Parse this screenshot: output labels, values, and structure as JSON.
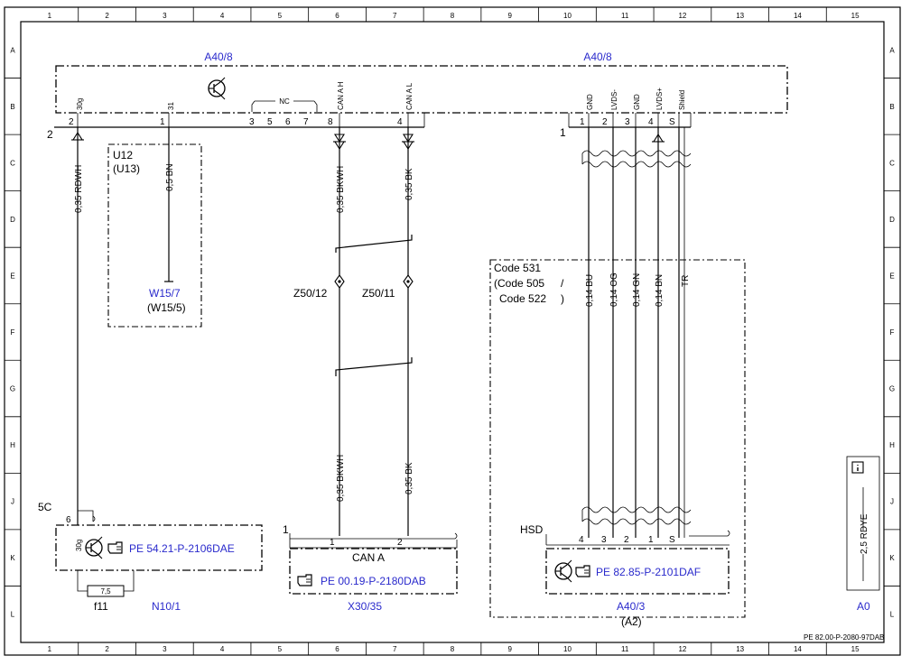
{
  "grid": {
    "columns": [
      "1",
      "2",
      "3",
      "4",
      "5",
      "6",
      "7",
      "8",
      "9",
      "10",
      "11",
      "12",
      "13",
      "14",
      "15"
    ],
    "rows": [
      "A",
      "B",
      "C",
      "D",
      "E",
      "F",
      "G",
      "H",
      "J",
      "K",
      "L"
    ]
  },
  "modules": {
    "a40_8_left": "A40/8",
    "a40_8_right": "A40/8",
    "connector_left": "2",
    "connector_right": "1"
  },
  "pins": {
    "p2": "2",
    "p2_name": "30g",
    "p1": "1",
    "p1_name": "31",
    "nc_pins": [
      "3",
      "5",
      "6",
      "7"
    ],
    "nc_label": "NC",
    "p8": "8",
    "p8_name": "CAN A H",
    "p4": "4",
    "p4_name": "CAN A L",
    "r1": "1",
    "r1_name": "GND",
    "r2": "2",
    "r2_name": "LVDS-",
    "r3": "3",
    "r3_name": "GND",
    "r4": "4",
    "r4_name": "LVDS+",
    "rS": "S",
    "rS_name": "Shield"
  },
  "wires": {
    "w1": "0,35 RDWH",
    "w2": "0,5 BN",
    "w3": "0,35 BKWH",
    "w4": "0,35 BK",
    "w3b": "0,35 BKWH",
    "w4b": "0,35 BK",
    "r_bu": "0,14 BU",
    "r_og": "0,14 OG",
    "r_gn": "0,14 GN",
    "r_bn": "0,14 BN",
    "r_tr": "TR"
  },
  "u12": {
    "line1": "U12",
    "line2": "(U13)"
  },
  "w15": {
    "main": "W15/7",
    "alt": "(W15/5)"
  },
  "z50_12": "Z50/12",
  "z50_11": "Z50/11",
  "code": {
    "l1": "Code 531",
    "l2": "(Code 505",
    "slash": "/",
    "l3": "Code 522",
    "paren": ")"
  },
  "left_bottom": {
    "conn": "5C",
    "pin": "6",
    "pin_name": "30g",
    "ref": "PE 54.21-P-2106DAE",
    "fuse": "7,5",
    "fuse_label": "f11",
    "module": "N10/1"
  },
  "mid_bottom": {
    "conn": "1",
    "p1": "1",
    "p2": "2",
    "title": "CAN A",
    "ref": "PE 00.19-P-2180DAB",
    "module": "X30/35"
  },
  "right_bottom": {
    "conn": "HSD",
    "pins": [
      "4",
      "3",
      "2",
      "1",
      "S"
    ],
    "ref": "PE 82.85-P-2101DAF",
    "module": "A40/3",
    "module_alt": "(A2)"
  },
  "legend": {
    "text": "2,5 RDYE",
    "module": "A0",
    "icon": "info-icon"
  },
  "footer": "PE 82.00-P-2080-97DAB"
}
